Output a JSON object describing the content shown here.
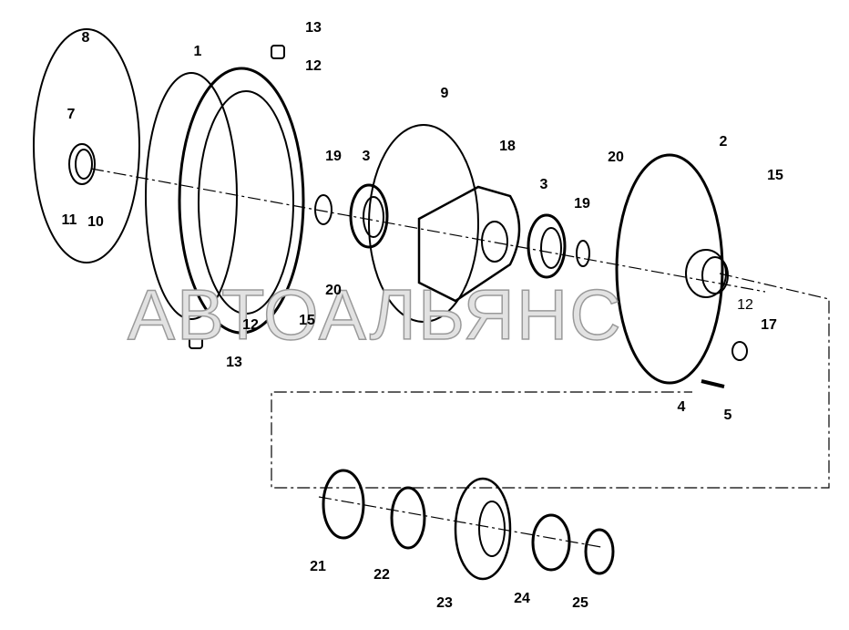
{
  "watermark": "АВТОАЛЬЯНС",
  "callouts": [
    {
      "id": "c8",
      "text": "8"
    },
    {
      "id": "c13a",
      "text": "13"
    },
    {
      "id": "c12a",
      "text": "12"
    },
    {
      "id": "c1",
      "text": "1"
    },
    {
      "id": "c9",
      "text": "9"
    },
    {
      "id": "c7",
      "text": "7"
    },
    {
      "id": "c18",
      "text": "18"
    },
    {
      "id": "c2",
      "text": "2"
    },
    {
      "id": "c19a",
      "text": "19"
    },
    {
      "id": "c3a",
      "text": "3"
    },
    {
      "id": "c3b",
      "text": "3"
    },
    {
      "id": "c20a",
      "text": "20"
    },
    {
      "id": "c19b",
      "text": "19"
    },
    {
      "id": "c15a",
      "text": "15"
    },
    {
      "id": "c11",
      "text": "11"
    },
    {
      "id": "c10",
      "text": "10"
    },
    {
      "id": "c20b",
      "text": "20"
    },
    {
      "id": "c15b",
      "text": "15"
    },
    {
      "id": "c12b",
      "text": "12"
    },
    {
      "id": "c12c",
      "text": "12"
    },
    {
      "id": "c17",
      "text": "17"
    },
    {
      "id": "c13b",
      "text": "13"
    },
    {
      "id": "c4",
      "text": "4"
    },
    {
      "id": "c5",
      "text": "5"
    },
    {
      "id": "c21",
      "text": "21"
    },
    {
      "id": "c22",
      "text": "22"
    },
    {
      "id": "c23",
      "text": "23"
    },
    {
      "id": "c24",
      "text": "24"
    },
    {
      "id": "c25",
      "text": "25"
    }
  ]
}
